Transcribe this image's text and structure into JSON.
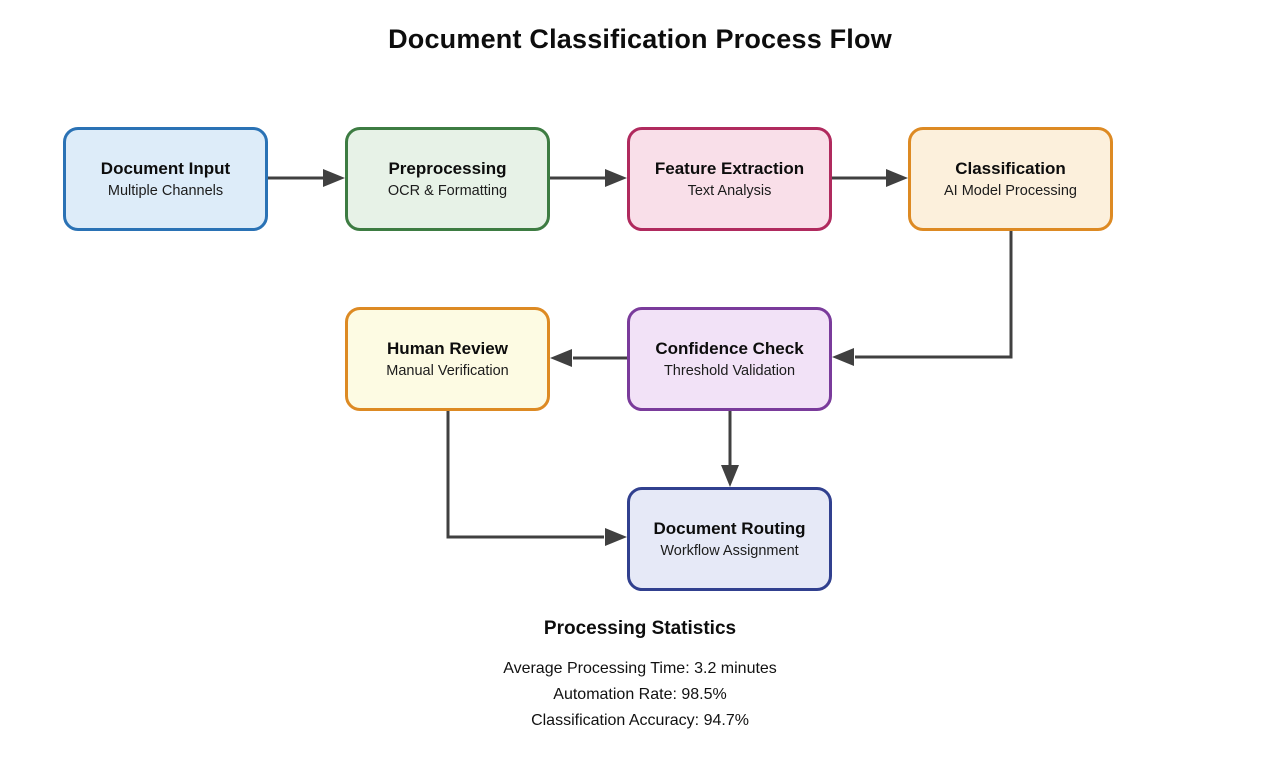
{
  "title": "Document Classification Process Flow",
  "diagram": {
    "type": "flowchart",
    "arrow_color": "#404040",
    "nodes": [
      {
        "id": "document-input",
        "title": "Document Input",
        "subtitle": "Multiple Channels",
        "border_color": "#2a72b5",
        "fill_color": "#ddecf9"
      },
      {
        "id": "preprocessing",
        "title": "Preprocessing",
        "subtitle": "OCR & Formatting",
        "border_color": "#3d7c42",
        "fill_color": "#e7f2e7"
      },
      {
        "id": "feature-extraction",
        "title": "Feature Extraction",
        "subtitle": "Text Analysis",
        "border_color": "#b02a5e",
        "fill_color": "#f9dfe9"
      },
      {
        "id": "classification",
        "title": "Classification",
        "subtitle": "AI Model Processing",
        "border_color": "#dd8a23",
        "fill_color": "#fcf0dc"
      },
      {
        "id": "confidence-check",
        "title": "Confidence Check",
        "subtitle": "Threshold Validation",
        "border_color": "#7a3b9b",
        "fill_color": "#f2e2f7"
      },
      {
        "id": "human-review",
        "title": "Human Review",
        "subtitle": "Manual Verification",
        "border_color": "#dd8a23",
        "fill_color": "#fdfbe3"
      },
      {
        "id": "document-routing",
        "title": "Document Routing",
        "subtitle": "Workflow Assignment",
        "border_color": "#31408f",
        "fill_color": "#e6e9f7"
      }
    ],
    "edges": [
      {
        "from": "document-input",
        "to": "preprocessing"
      },
      {
        "from": "preprocessing",
        "to": "feature-extraction"
      },
      {
        "from": "feature-extraction",
        "to": "classification"
      },
      {
        "from": "classification",
        "to": "confidence-check"
      },
      {
        "from": "confidence-check",
        "to": "human-review"
      },
      {
        "from": "confidence-check",
        "to": "document-routing"
      },
      {
        "from": "human-review",
        "to": "document-routing"
      }
    ]
  },
  "statistics": {
    "heading": "Processing Statistics",
    "lines": [
      "Average Processing Time: 3.2 minutes",
      "Automation Rate: 98.5%",
      "Classification Accuracy: 94.7%"
    ]
  }
}
